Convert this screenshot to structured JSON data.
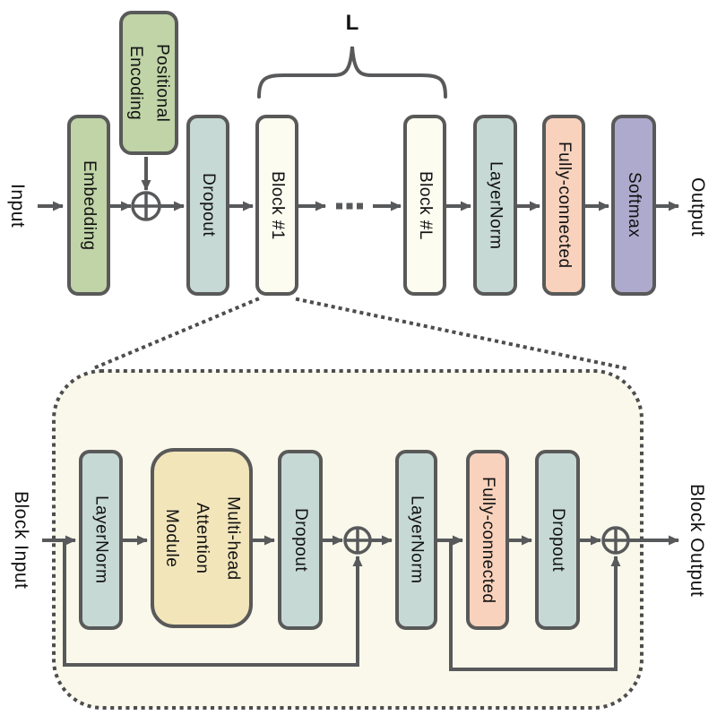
{
  "diagram": {
    "brace_label": "L",
    "top_row": {
      "input_label": "Input",
      "output_label": "Output",
      "embedding": "Embedding",
      "positional_encoding": "Positional\nEncoding",
      "dropout": "Dropout",
      "block_1": "Block #1",
      "block_l": "Block #L",
      "layernorm": "LayerNorm",
      "fully_connected": "Fully-connected",
      "softmax": "Softmax"
    },
    "block_detail": {
      "input_label": "Block Input",
      "output_label": "Block Output",
      "layernorm_1": "LayerNorm",
      "attention": "Multi-head\nAttention\nModule",
      "dropout_1": "Dropout",
      "layernorm_2": "LayerNorm",
      "fully_connected": "Fully-connected",
      "dropout_2": "Dropout"
    },
    "colors": {
      "embedding_green": "#c0d4a7",
      "norm_dropout_blue": "#c7d9d5",
      "block_cream": "#fcfcf0",
      "attention_tan": "#f2e5ba",
      "fully_connected_salmon": "#f8d2bd",
      "softmax_purple": "#aeaacd",
      "outline_gray": "#595959",
      "detail_background": "#f9f8ea"
    }
  }
}
